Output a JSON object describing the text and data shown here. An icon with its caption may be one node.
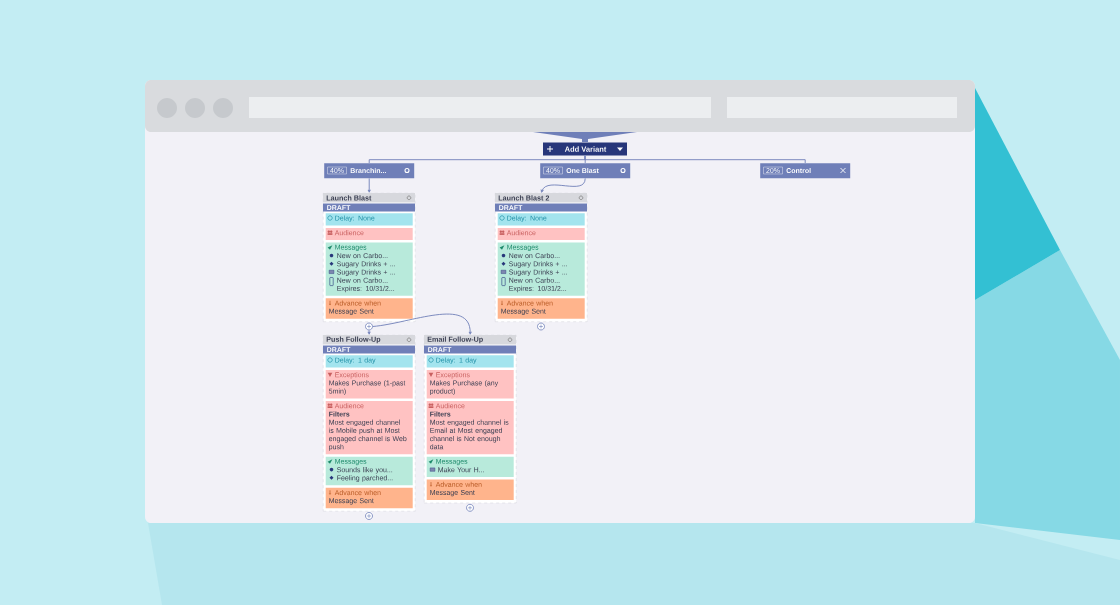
{
  "diagram": {
    "nodes": [
      {
        "text": [
          "Add Variant"
        ]
      },
      {
        "text": [
          "40%",
          "Branchin..."
        ]
      },
      {
        "text": [
          "40%",
          "One Blast"
        ]
      },
      {
        "text": [
          "20%",
          "Control"
        ]
      },
      {
        "text": [
          "Launch Blast",
          "DRAFT"
        ]
      },
      {
        "text": [
          "Delay: None"
        ],
        "in": 4
      },
      {
        "text": [
          "Audience"
        ],
        "in": 4
      },
      {
        "text": [
          "Messages",
          "New on Carbo...",
          "Sugary Drinks + ...",
          "Sugary Drinks + ...",
          "New on Carbo...",
          "Expires: 10/31/2..."
        ],
        "in": 4
      },
      {
        "text": [
          "Advance when",
          "Message Sent"
        ],
        "in": 4
      },
      {
        "text": [
          "Launch Blast 2",
          "DRAFT"
        ]
      },
      {
        "text": [
          "Delay: None"
        ],
        "in": 9
      },
      {
        "text": [
          "Audience"
        ],
        "in": 9
      },
      {
        "text": [
          "Messages",
          "New on Carbo...",
          "Sugary Drinks + ...",
          "Sugary Drinks + ...",
          "New on Carbo...",
          "Expires: 10/31/2..."
        ],
        "in": 9
      },
      {
        "text": [
          "Advance when",
          "Message Sent"
        ],
        "in": 9
      },
      {
        "text": [
          "Push Follow-Up",
          "DRAFT"
        ]
      },
      {
        "text": [
          "Delay: 1 day"
        ],
        "in": 14
      },
      {
        "text": [
          "Exceptions",
          "Makes Purchase (1-past 5min)"
        ],
        "in": 14
      },
      {
        "text": [
          "Audience",
          "Filters",
          "Most engaged channel is Mobile push at Most engaged channel is Web push"
        ],
        "in": 14
      },
      {
        "text": [
          "Messages",
          "Sounds like you...",
          "Feeling parched..."
        ],
        "in": 14
      },
      {
        "text": [
          "Advance when",
          "Message Sent"
        ],
        "in": 14
      },
      {
        "text": [
          "Email Follow-Up",
          "DRAFT"
        ]
      },
      {
        "text": [
          "Delay: 1 day"
        ],
        "in": 20
      },
      {
        "text": [
          "Exceptions",
          "Makes Purchase (any product)"
        ],
        "in": 20
      },
      {
        "text": [
          "Audience",
          "Filters",
          "Most engaged channel is Email at Most engaged channel is Not enough data"
        ],
        "in": 20
      },
      {
        "text": [
          "Messages",
          "Make Your H..."
        ],
        "in": 20
      },
      {
        "text": [
          "Advance when",
          "Message Sent"
        ],
        "in": 20
      },
      {
        "text": [],
        "shape": "circle"
      },
      {
        "text": [],
        "shape": "circle"
      },
      {
        "text": [],
        "shape": "circle"
      },
      {
        "text": [],
        "shape": "circle"
      }
    ],
    "edges": [
      {
        "from": 0,
        "to": 1,
        "arrow": "none"
      },
      {
        "from": 0,
        "to": 2,
        "arrow": "none"
      },
      {
        "from": 0,
        "to": 3,
        "arrow": "none"
      },
      {
        "from": 1,
        "to": 4,
        "arrow": "to"
      },
      {
        "from": 2,
        "to": 9,
        "arrow": "to"
      },
      {
        "from": 26,
        "to": 14,
        "arrow": "to"
      },
      {
        "from": 26,
        "to": 20,
        "arrow": "to"
      }
    ]
  }
}
